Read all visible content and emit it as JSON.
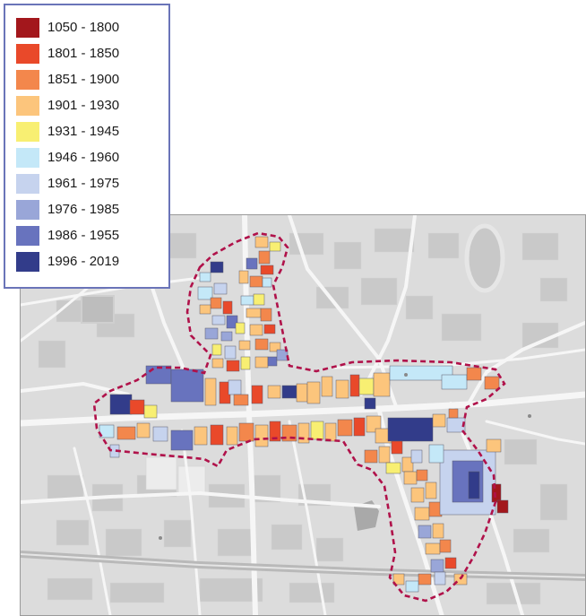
{
  "legend": {
    "items": [
      {
        "label": "1050 - 1800",
        "color": "#a3171c"
      },
      {
        "label": "1801 - 1850",
        "color": "#e9492a"
      },
      {
        "label": "1851 - 1900",
        "color": "#f3874c"
      },
      {
        "label": "1901 - 1930",
        "color": "#fcc57c"
      },
      {
        "label": "1931 - 1945",
        "color": "#f8ef72"
      },
      {
        "label": "1946 - 1960",
        "color": "#c4e8f8"
      },
      {
        "label": "1961 - 1975",
        "color": "#c6d3ee"
      },
      {
        "label": "1976 - 1985",
        "color": "#99a6d8"
      },
      {
        "label": "1986 - 1955",
        "color": "#6873be"
      },
      {
        "label": "1996 - 2019",
        "color": "#323c8a"
      }
    ]
  },
  "map": {
    "background_color": "#dcdcdc",
    "boundary_color": "#b0124a"
  }
}
